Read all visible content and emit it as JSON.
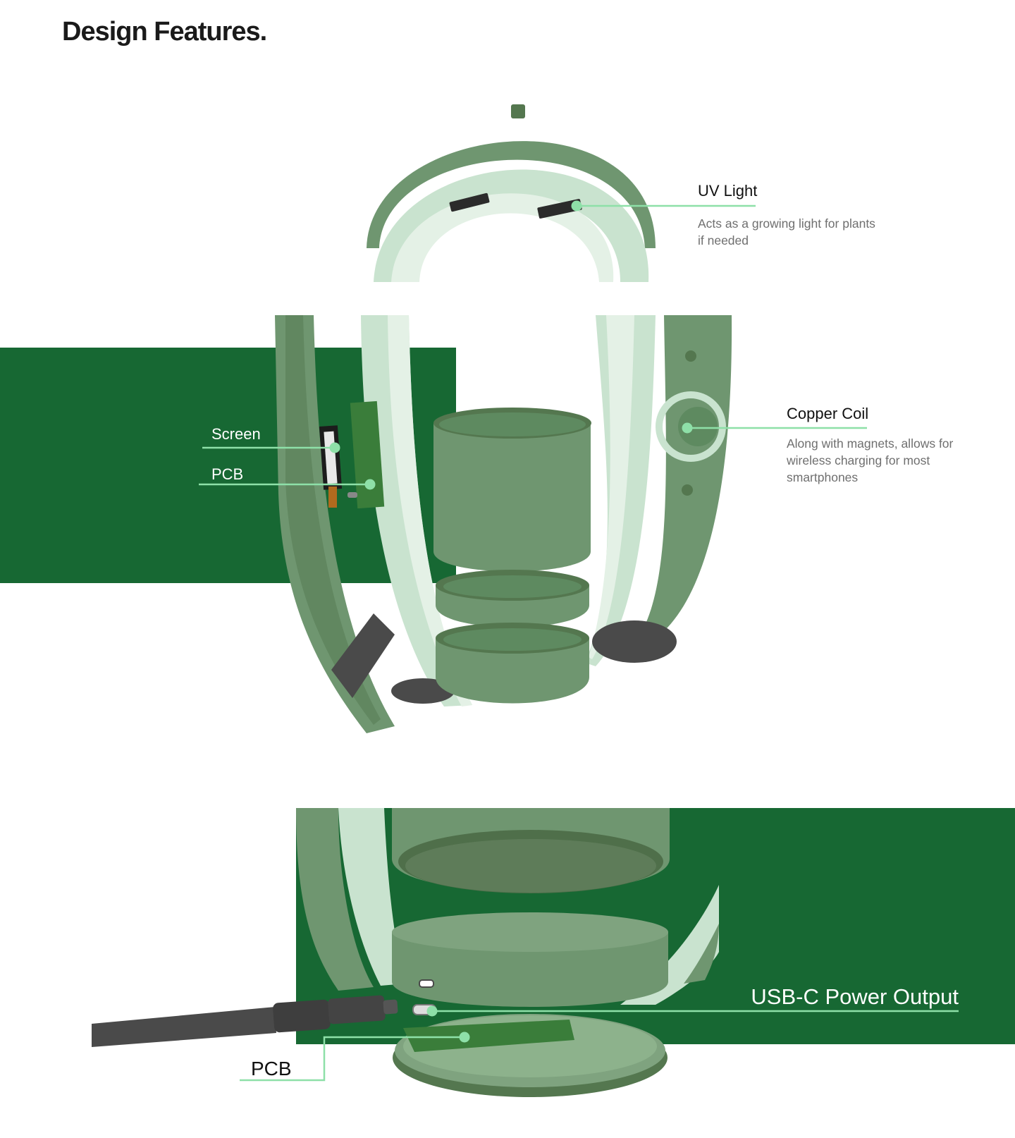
{
  "title": "Design Features.",
  "callouts": {
    "uv_light": {
      "label": "UV Light",
      "description": [
        "Acts as a growing light for plants",
        "if needed"
      ]
    },
    "copper_coil": {
      "label": "Copper Coil",
      "description": [
        "Along with magnets, allows for",
        "wireless charging for most",
        "smartphones"
      ]
    },
    "screen": {
      "label": "Screen"
    },
    "pcb_top": {
      "label": "PCB"
    },
    "usb_c": {
      "label": "USB-C Power Output"
    },
    "pcb_bottom": {
      "label": "PCB"
    }
  },
  "colors": {
    "brand_green": "#176833",
    "shell_green": "#6f9670",
    "shell_dark": "#54774f",
    "shell_light": "#c9e3cf",
    "leader_line": "#8ee0a8",
    "pcb_green": "#3a7d3a",
    "cable_gray": "#4a4a4a"
  }
}
